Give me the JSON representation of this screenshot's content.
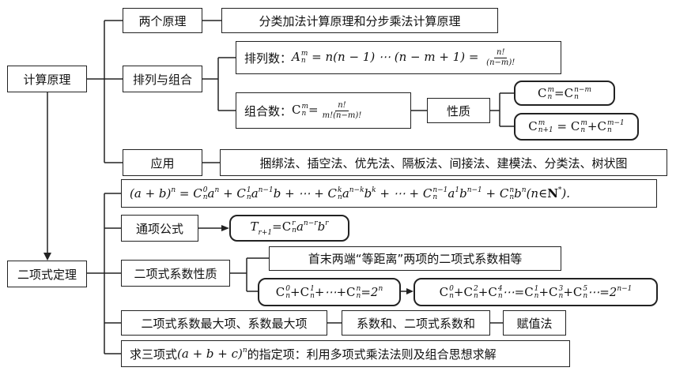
{
  "root": {
    "counting": "计算原理",
    "binomial": "二项式定理"
  },
  "counting": {
    "two_principles": "两个原理",
    "two_principles_desc": "分类加法计算原理和分步乘法计算原理",
    "perm_comb": "排列与组合",
    "perm_label": "排列数：",
    "comb_label": "组合数：",
    "property": "性质",
    "application": "应用",
    "application_desc": "捆绑法、插空法、优先法、隔板法、间接法、建模法、分类法、树状图"
  },
  "binomial": {
    "general_term": "通项公式",
    "coef_property": "二项式系数性质",
    "coef_property_desc": "首末两端“等距离”两项的二项式系数相等",
    "max_term": "二项式系数最大项、系数最大项",
    "coef_sum": "系数和、二项式系数和",
    "assign_value": "赋值法",
    "trinomial_prefix": "求三项式",
    "trinomial_suffix": "的指定项：利用多项式乘法法则及组合思想求解"
  }
}
